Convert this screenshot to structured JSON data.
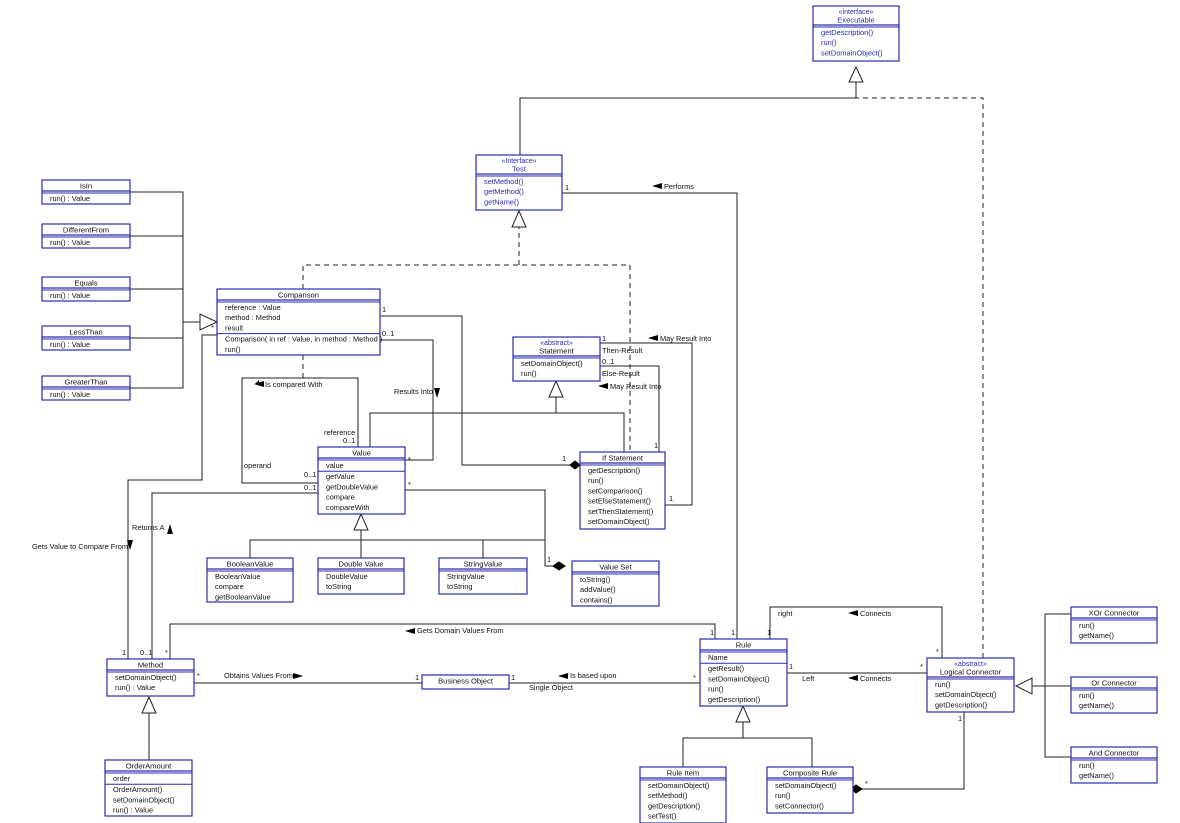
{
  "classes": {
    "executable": {
      "stereotype": "«interface»",
      "name": "Executable",
      "ops": [
        "getDescription()",
        "run()",
        "setDomainObject()"
      ]
    },
    "test": {
      "stereotype": "«Interface»",
      "name": "Test",
      "ops": [
        "setMethod()",
        "getMethod()",
        "getName()"
      ]
    },
    "isin": {
      "name": "IsIn",
      "ops": [
        "run() : Value"
      ]
    },
    "differentfrom": {
      "name": "DifferentFrom",
      "ops": [
        "run() : Value"
      ]
    },
    "equals": {
      "name": "Equals",
      "ops": [
        "run() : Value"
      ]
    },
    "lessthan": {
      "name": "LessThan",
      "ops": [
        "run() : Value"
      ]
    },
    "greaterthan": {
      "name": "GreaterThan",
      "ops": [
        "run() : Value"
      ]
    },
    "comparison": {
      "name": "Comparison",
      "attrs": [
        "reference : Value",
        "method : Method",
        "result"
      ],
      "ops": [
        "Comparison( in ref : Value, in method : Method )",
        "run()"
      ]
    },
    "statement": {
      "stereotype": "«abstract»",
      "name": "Statement",
      "ops": [
        "setDomainObject()",
        "run()"
      ]
    },
    "value": {
      "name": "Value",
      "attrs": [
        "value"
      ],
      "ops": [
        "getValue",
        "getDoubleValue",
        "compare",
        "compareWith"
      ]
    },
    "ifstatement": {
      "name": "If Statement",
      "ops": [
        "getDescription()",
        "run()",
        "setComparison()",
        "setElseStatement()",
        "setThenStatement()",
        "setDomainObject()"
      ]
    },
    "booleanvalue": {
      "name": "BooleanValue",
      "ops": [
        "BooleanValue",
        "compare",
        "getBooleanValue"
      ]
    },
    "doublevalue": {
      "name": "Double Value",
      "ops": [
        "DoubleValue",
        "toString"
      ]
    },
    "stringvalue": {
      "name": "StringValue",
      "ops": [
        "StringValue",
        "toString"
      ]
    },
    "valueset": {
      "name": "Value Set",
      "ops": [
        "toString()",
        "addValue()",
        "contains()"
      ]
    },
    "method": {
      "name": "Method",
      "ops": [
        "setDomainObject()",
        "run() : Value"
      ]
    },
    "businessobject": {
      "name": "Business Object"
    },
    "rule": {
      "name": "Rule",
      "attrs": [
        "Name"
      ],
      "ops": [
        "getResult()",
        "setDomainObject()",
        "run()",
        "getDescription()"
      ]
    },
    "logicalconnector": {
      "stereotype": "«abstract»",
      "name": "Logical Connector",
      "ops": [
        "run()",
        "setDomainObject()",
        "getDescription()"
      ]
    },
    "xorconnector": {
      "name": "XOr Connector",
      "ops": [
        "run()",
        "getName()"
      ]
    },
    "orconnector": {
      "name": "Or Connector",
      "ops": [
        "run()",
        "getName()"
      ]
    },
    "andconnector": {
      "name": "And Connector",
      "ops": [
        "run()",
        "getName()"
      ]
    },
    "orderamount": {
      "name": "OrderAmount",
      "attrs": [
        "order"
      ],
      "ops": [
        "OrderAmount()",
        "setDomainObject()",
        "run() : Value"
      ]
    },
    "ruleitem": {
      "name": "Rule Item",
      "ops": [
        "setDomainObject()",
        "setMethod()",
        "getDescription()",
        "setTest()"
      ]
    },
    "compositerule": {
      "name": "Composite Rule",
      "ops": [
        "setDomainObject()",
        "run()",
        "setConnector()"
      ]
    }
  },
  "labels": {
    "performs": "Performs",
    "may_result_into": "May Result Into",
    "then_result": "Then-Result",
    "else_result": "Else-Result",
    "may_result_into_2": "May Result Into",
    "is_compared_with": "Is compared With",
    "results_into": "Results Into",
    "reference": "reference",
    "operand": "operand",
    "returns_a": "Returns A",
    "gets_value": "Gets Value to Compare From",
    "gets_domain": "Gets Domain Values From",
    "obtains_values": "Obtains Values From",
    "is_based_upon": "Is based upon",
    "single_object": "Single Object",
    "connects_top": "Connects",
    "connects_left": "Connects",
    "right": "right",
    "left": "Left"
  },
  "mult": {
    "m1": "1",
    "m2": "1",
    "m3": "0..1",
    "m4": "1",
    "m5": "0..1",
    "m6": "1",
    "m7": "0..1",
    "m8": "*",
    "m9": "0..1",
    "m10": "0..1",
    "m11": "*",
    "m12": "1",
    "m13": "1",
    "m14": "1",
    "m15": "*",
    "m16": "1",
    "m17": "0..1",
    "m18": "*",
    "m19": "*",
    "m20": "1",
    "m21": "1",
    "m22": "*",
    "m23": "1",
    "m24": "1",
    "m25": "1",
    "m26": "1",
    "m27": "*",
    "m28": "1",
    "m29": "*",
    "m30": "*"
  }
}
